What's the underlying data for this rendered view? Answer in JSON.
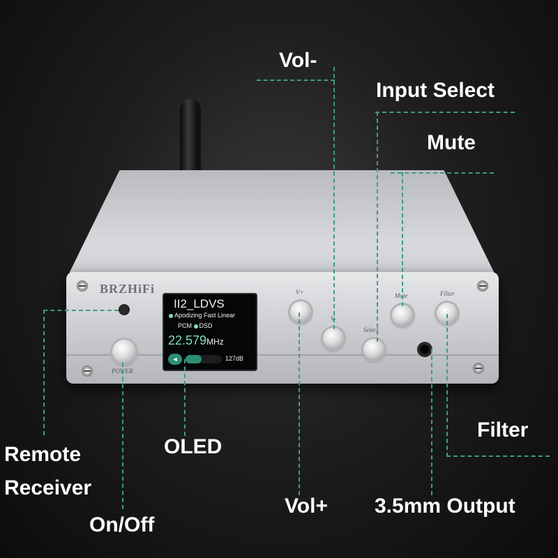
{
  "callouts": {
    "vol_minus": "Vol-",
    "input_select": "Input Select",
    "mute": "Mute",
    "filter": "Filter",
    "remote_line1": "Remote",
    "remote_line2": "Receiver",
    "oled": "OLED",
    "on_off": "On/Off",
    "vol_plus": "Vol+",
    "output": "3.5mm Output"
  },
  "device": {
    "brand": "BRZHiFi",
    "panel": {
      "power": "POWER",
      "v_plus": "V+",
      "v_minus": "V-",
      "select": "Select",
      "mute": "Mute",
      "filter": "Filter"
    },
    "oled": {
      "title": "II2_LDVS",
      "filter_mode": "Apodizing Fast Linear",
      "format_pcm": "PCM",
      "format_dsd": "DSD",
      "frequency_value": "22.579",
      "frequency_unit": "MHz",
      "volume": "127dB",
      "volume_level": 0.45
    }
  },
  "colors": {
    "leader_line": "#3f9c84",
    "label_text": "#ffffff",
    "oled_accent": "#7fdcc0"
  }
}
